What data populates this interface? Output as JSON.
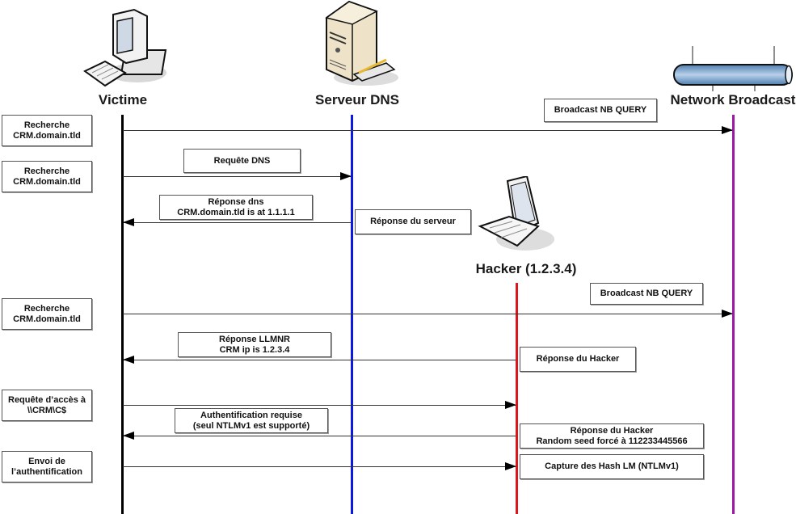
{
  "actors": {
    "victim": {
      "label": "Victime",
      "icon": "desktop-computer-icon",
      "color": "#000000"
    },
    "dns": {
      "label": "Serveur DNS",
      "icon": "server-icon",
      "color": "#0a1ae0"
    },
    "hacker": {
      "label": "Hacker (1.2.3.4)",
      "icon": "laptop-icon",
      "color": "#e0141c"
    },
    "broadcast": {
      "label": "Network Broadcast",
      "icon": "network-bus-icon",
      "color": "#9a1aa8"
    }
  },
  "steps": [
    {
      "label_line1": "Recherche",
      "label_line2": "CRM.domain.tld"
    },
    {
      "label_line1": "Recherche",
      "label_line2": "CRM.domain.tld"
    },
    {
      "label_line1": "Recherche",
      "label_line2": "CRM.domain.tld"
    },
    {
      "label_line1": "Requête d’accès à",
      "label_line2": "\\\\CRM\\C$"
    },
    {
      "label_line1": "Envoi de",
      "label_line2": "l’authentification"
    }
  ],
  "messages": [
    {
      "line1": "Broadcast NB QUERY",
      "line2": "",
      "from": "victim",
      "to": "broadcast"
    },
    {
      "line1": "Requête DNS",
      "line2": "",
      "from": "victim",
      "to": "dns"
    },
    {
      "line1": "Réponse dns",
      "line2": "CRM.domain.tld is at 1.1.1.1",
      "from": "dns",
      "to": "victim"
    },
    {
      "line1": "Broadcast NB QUERY",
      "line2": "",
      "from": "victim",
      "to": "broadcast"
    },
    {
      "line1": "Réponse LLMNR",
      "line2": "CRM ip is 1.2.3.4",
      "from": "hacker",
      "to": "victim"
    },
    {
      "line1": "Authentification requise",
      "line2": "(seul NTLMv1 est supporté)",
      "from": "hacker",
      "to": "victim"
    }
  ],
  "notes": [
    {
      "line1": "Réponse du serveur",
      "line2": ""
    },
    {
      "line1": "Réponse du Hacker",
      "line2": ""
    },
    {
      "line1": "Réponse du Hacker",
      "line2": "Random seed forcé à 112233445566"
    },
    {
      "line1": "Capture des Hash LM (NTLMv1)",
      "line2": ""
    }
  ]
}
